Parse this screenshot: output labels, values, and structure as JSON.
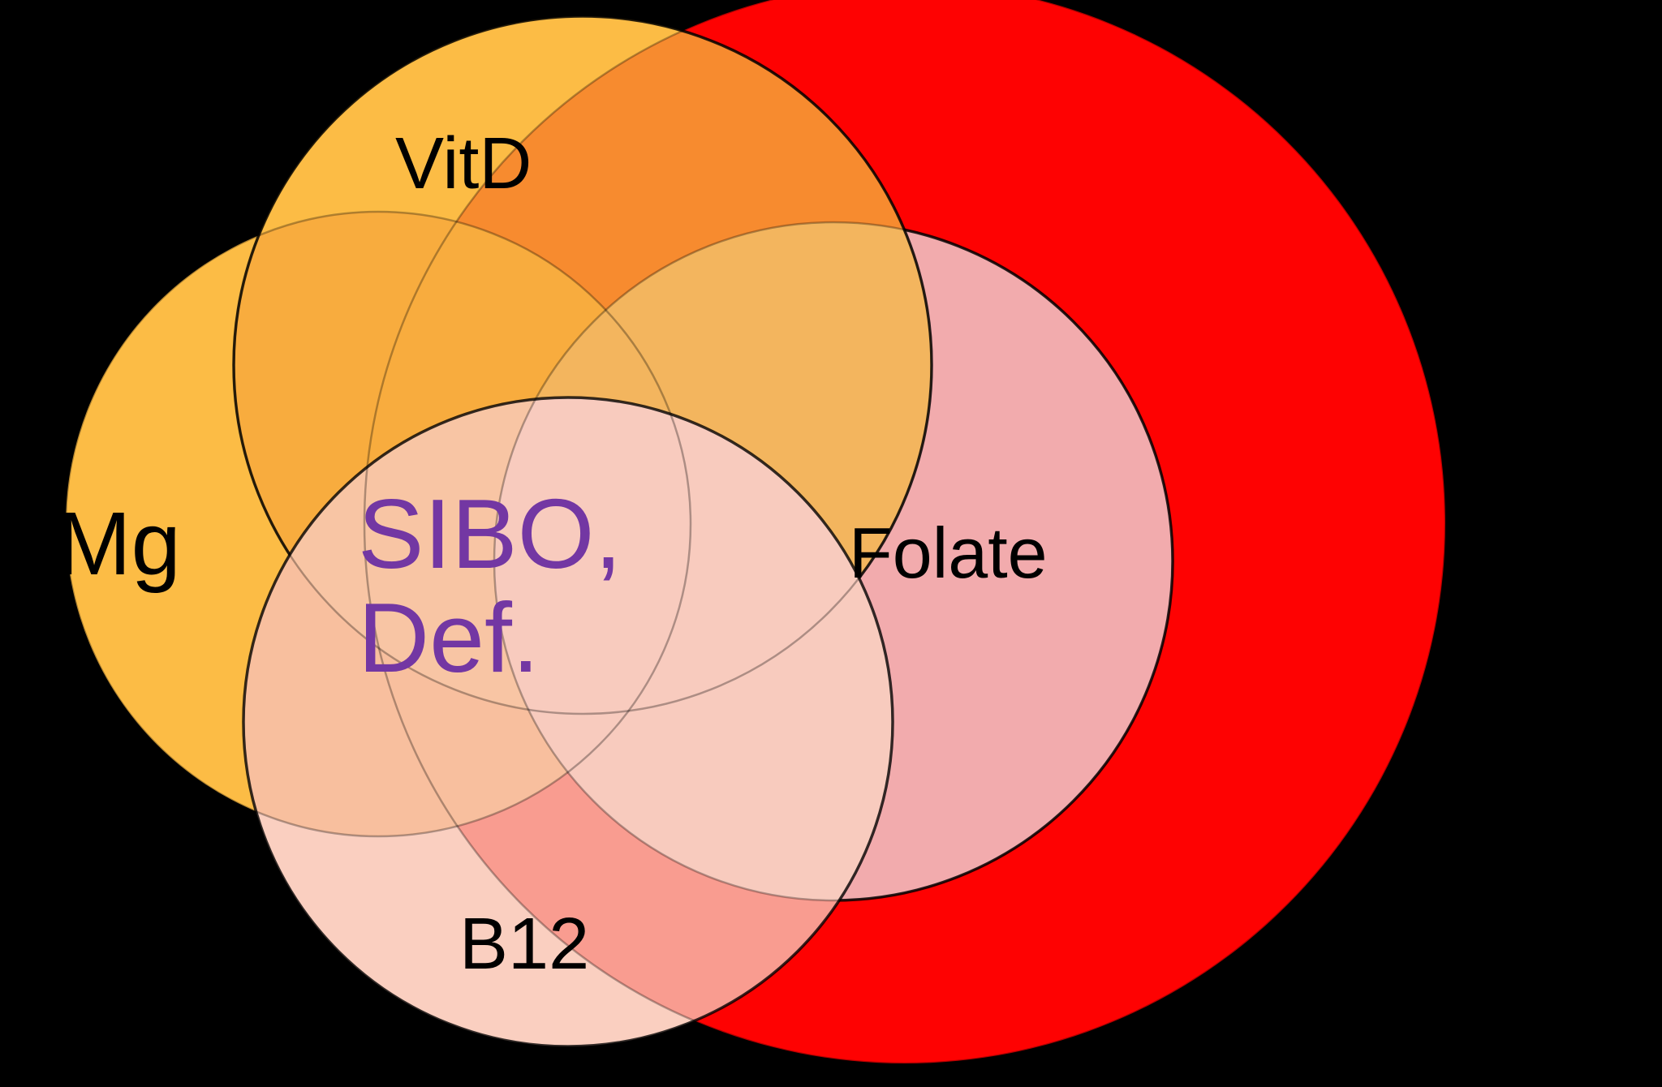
{
  "figure": {
    "type": "euler-diagram",
    "background": "#000000",
    "annotation": {
      "line1": "SIBO,",
      "line2": "Def.",
      "color": "#7337A3"
    },
    "sets": {
      "red": {
        "label": "",
        "fill": "#FE0202",
        "label_color": "#000000"
      },
      "folate": {
        "label": "Folate",
        "fill": "#F2ABAD",
        "label_color": "#000000"
      },
      "mg": {
        "label": "Mg",
        "fill": "#FCBC45",
        "label_color": "#000000"
      },
      "vitd": {
        "label": "VitD",
        "fill": "#FCBC45",
        "label_color": "#000000"
      },
      "b12": {
        "label": "B12",
        "fill": "#FACFC0",
        "label_color": "#000000"
      }
    },
    "overlaps": {
      "vitd_red": "#F78B2F",
      "vitd_mg": "#F8AC3E",
      "vitd_folate": "#F3B55E",
      "b12_red": "#F99C90",
      "b12_mg": "#F8BF9E",
      "b12_vitd": "#F8C5A4",
      "b12_folate": "#F8CBBE"
    },
    "outline": {
      "bold": "rgba(0,0,0,0.8)",
      "faint": "rgba(0,0,0,0.3)"
    }
  }
}
